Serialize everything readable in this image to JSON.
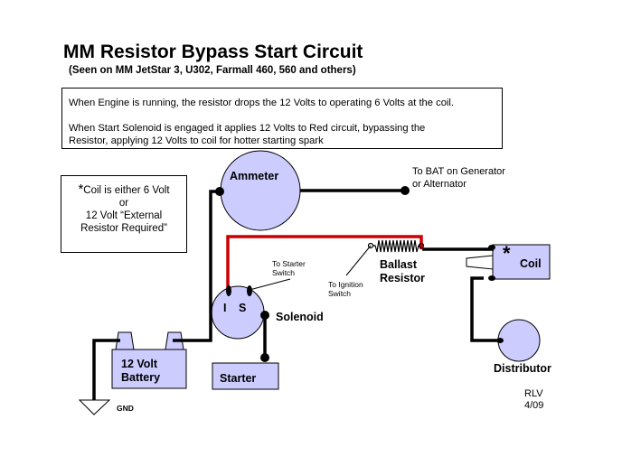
{
  "title": "MM Resistor Bypass Start Circuit",
  "subtitle": "(Seen on MM JetStar 3, U302,  Farmall 460, 560  and others)",
  "info": {
    "line1": "When Engine is running, the resistor drops the 12 Volts to operating 6 Volts at the coil.",
    "line2a": "When Start Solenoid is engaged it applies 12 Volts to Red circuit, bypassing the",
    "line2b": "Resistor, applying 12 Volts to coil for hotter starting spark"
  },
  "coil_note": {
    "star": "*",
    "line1": "Coil is either 6 Volt",
    "line2": "or",
    "line3": "12 Volt “External",
    "line4": "Resistor Required”"
  },
  "labels": {
    "ammeter": "Ammeter",
    "to_bat_1": "To BAT on Generator",
    "to_bat_2": "or Alternator",
    "to_starter_1": "To Starter",
    "to_starter_2": "Switch",
    "to_ignition_1": "To Ignition",
    "to_ignition_2": "Switch",
    "ballast_1": "Ballast",
    "ballast_2": "Resistor",
    "coil_star": "*",
    "coil": "Coil",
    "solenoid_i": "I",
    "solenoid_s": "S",
    "solenoid": "Solenoid",
    "battery_1": "12 Volt",
    "battery_2": "Battery",
    "starter": "Starter",
    "gnd": "GND",
    "distributor": "Distributor",
    "author": "RLV",
    "date": "4/09"
  },
  "colors": {
    "wire": "#000000",
    "bypass_wire": "#cc0000",
    "component_fill": "#ccccff",
    "line": "#000000"
  }
}
